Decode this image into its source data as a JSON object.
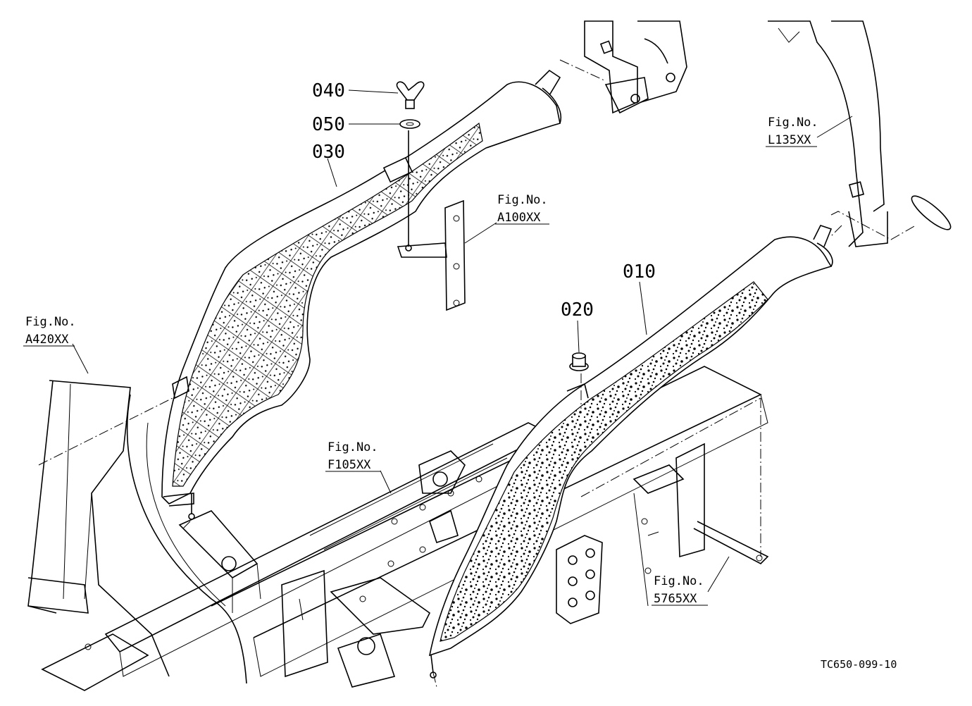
{
  "parts": {
    "p010": "010",
    "p020": "020",
    "p030": "030",
    "p040": "040",
    "p050": "050"
  },
  "figure_refs": {
    "a100": {
      "line1": "Fig.No.",
      "line2": "A100XX"
    },
    "a420": {
      "line1": "Fig.No.",
      "line2": "A420XX"
    },
    "l135": {
      "line1": "Fig.No.",
      "line2": "L135XX"
    },
    "f105": {
      "line1": "Fig.No.",
      "line2": "F105XX"
    },
    "s5765": {
      "line1": "Fig.No.",
      "line2": "5765XX"
    }
  },
  "drawing_code": "TC650-099-10",
  "colors": {
    "ink": "#000000",
    "paper": "#ffffff"
  }
}
